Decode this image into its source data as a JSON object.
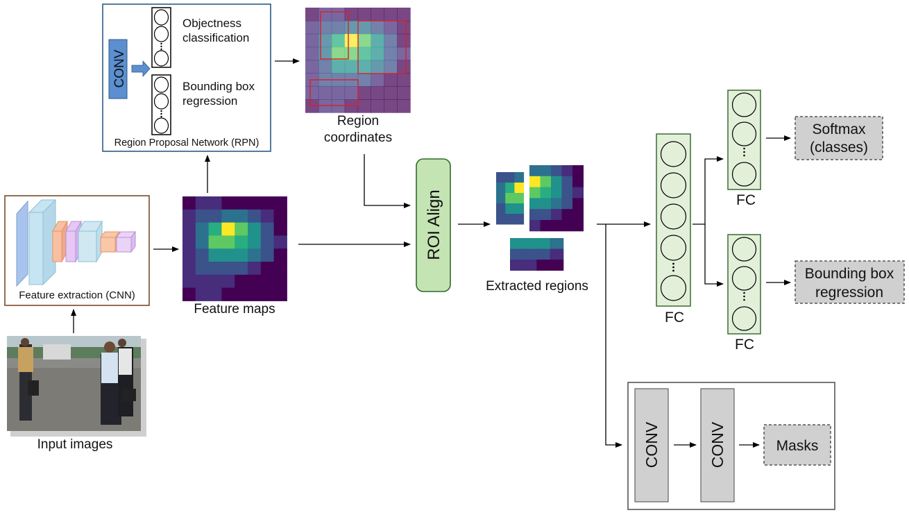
{
  "labels": {
    "feature_extraction": "Feature extraction (CNN)",
    "input_images": "Input images",
    "feature_maps": "Feature maps",
    "rpn_title": "Region Proposal Network (RPN)",
    "rpn_conv": "CONV",
    "objectness_line1": "Objectness",
    "objectness_line2": "classification",
    "bbox_line1": "Bounding box",
    "bbox_line2": "regression",
    "region_coords_line1": "Region",
    "region_coords_line2": "coordinates",
    "roi_align": "ROI Align",
    "extracted_regions": "Extracted regions",
    "fc_main": "FC",
    "fc_top": "FC",
    "fc_bottom": "FC",
    "softmax_line1": "Softmax",
    "softmax_line2": "(classes)",
    "bbox_out_line1": "Bounding box",
    "bbox_out_line2": "regression",
    "mask_conv1": "CONV",
    "mask_conv2": "CONV",
    "masks": "Masks"
  },
  "colors": {
    "conv_blue": "#5b8fd0",
    "roi_green": "#c5e4b4",
    "fc_green": "#e2f0d9",
    "fc_border": "#3a6b35",
    "output_gray": "#d0d0d0",
    "cnn_border": "#7a4a2a",
    "rpn_border": "#2d5a85",
    "proposal_red": "#d8202a"
  },
  "heatmap": {
    "rows": [
      [
        0,
        1,
        1,
        0,
        0,
        0,
        0,
        0
      ],
      [
        1,
        2,
        2,
        3,
        3,
        2,
        1,
        0
      ],
      [
        1,
        3,
        5,
        9,
        6,
        4,
        2,
        0
      ],
      [
        1,
        3,
        6,
        6,
        5,
        4,
        2,
        1
      ],
      [
        1,
        2,
        4,
        4,
        4,
        3,
        2,
        0
      ],
      [
        1,
        2,
        2,
        2,
        2,
        1,
        0,
        0
      ],
      [
        1,
        1,
        1,
        1,
        0,
        0,
        0,
        0
      ],
      [
        0,
        1,
        1,
        0,
        0,
        0,
        0,
        0
      ]
    ],
    "palette": [
      "#440154",
      "#472d7b",
      "#3b528b",
      "#2c728e",
      "#21918c",
      "#28ae80",
      "#5ec962",
      "#addc30",
      "#d4e21a",
      "#fde725"
    ]
  }
}
